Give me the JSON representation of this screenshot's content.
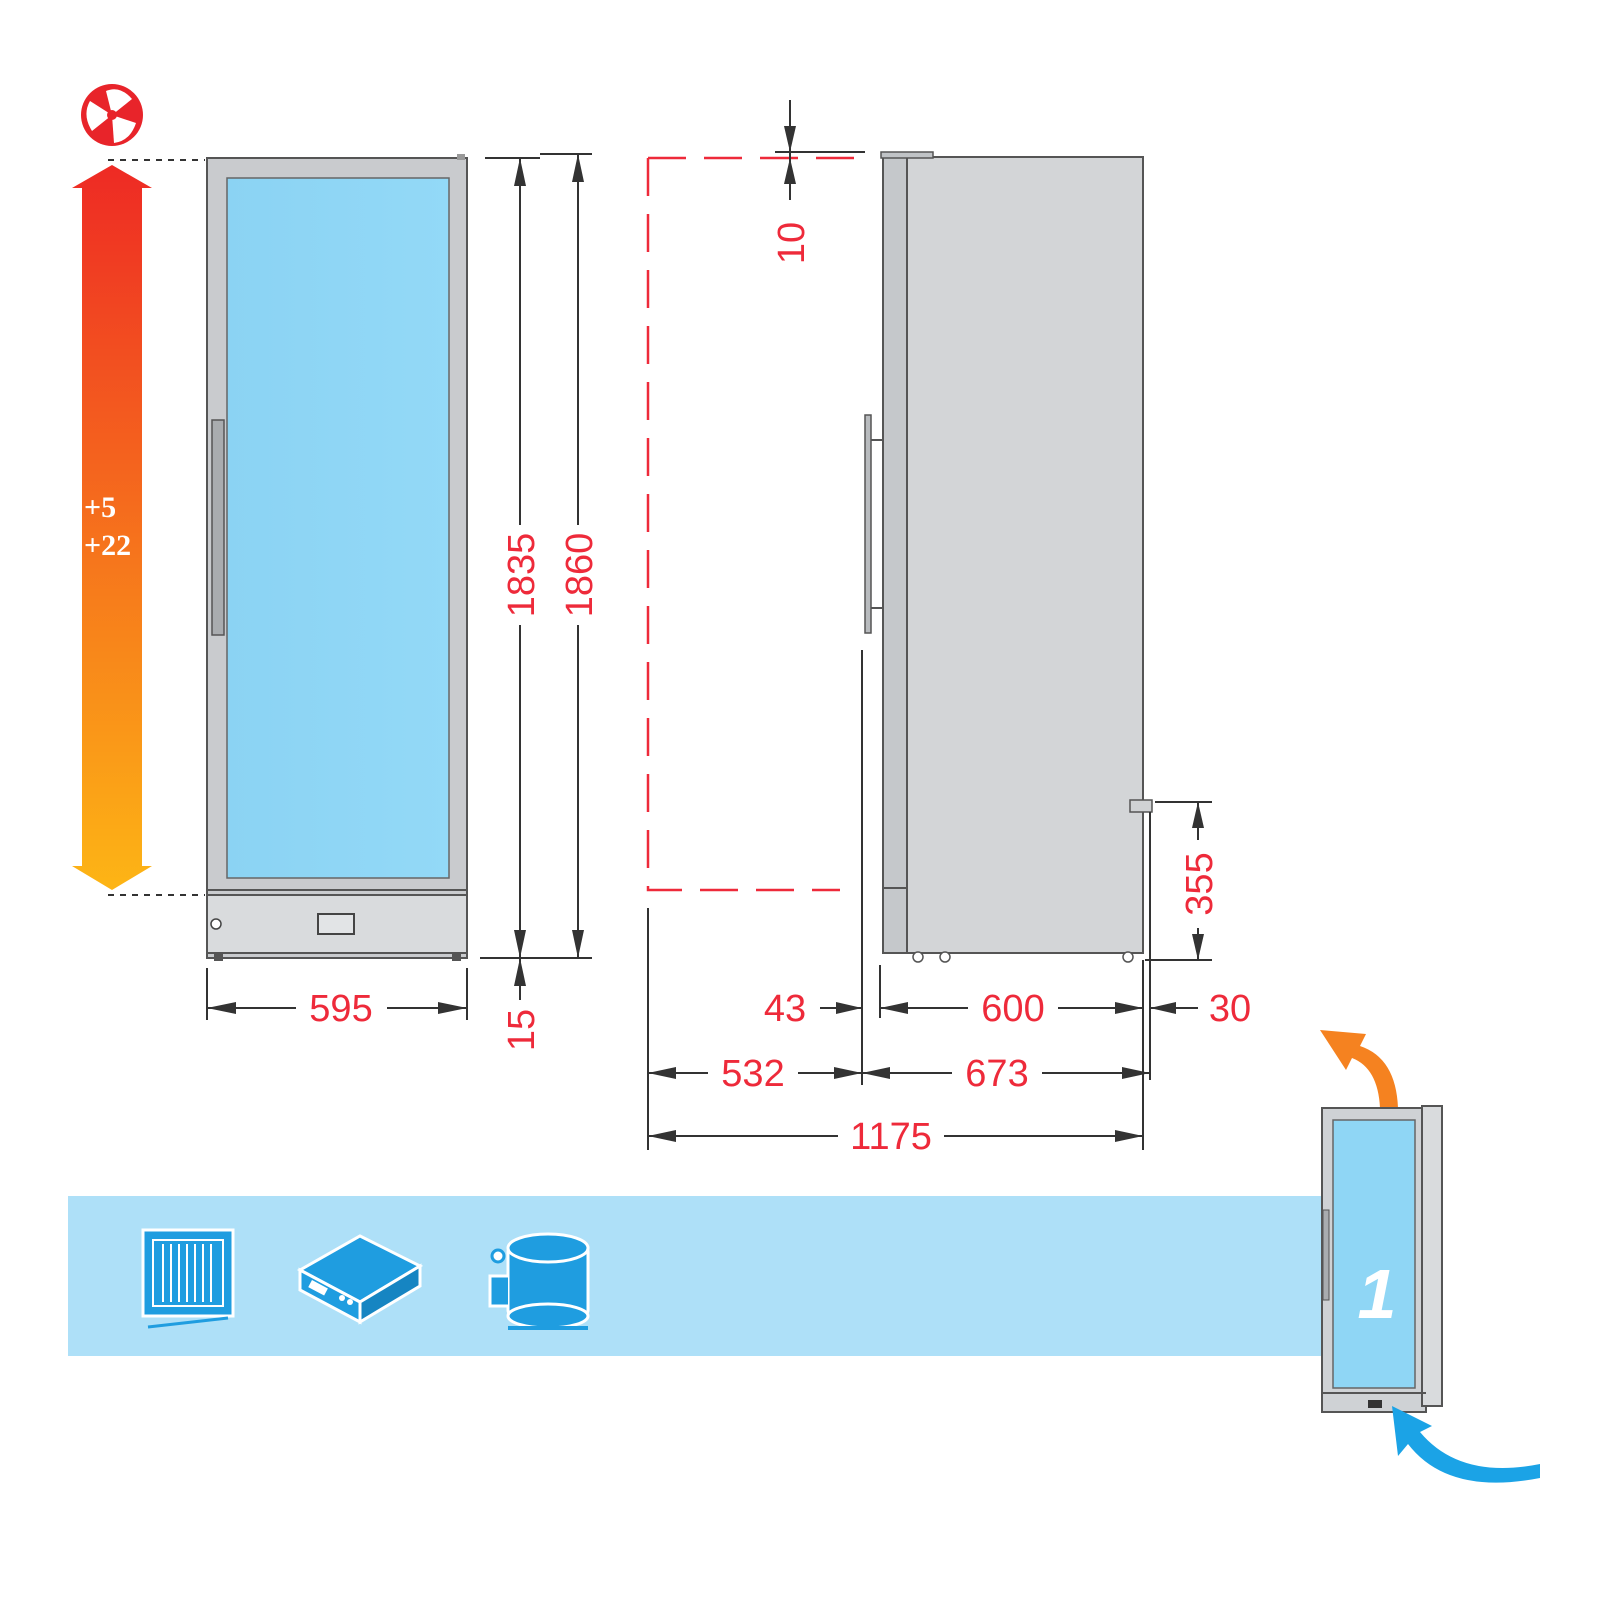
{
  "colors": {
    "dimension_text": "#ee2a3a",
    "glass": "#8fd6f5",
    "cabinet": "#d3d5d7",
    "frame": "#bfc2c5",
    "band": "#aee0f8",
    "icon_blue": "#1f9de0",
    "gradient_top": "#ee2a24",
    "gradient_bottom": "#fdb515",
    "airflow_out": "#f58220",
    "airflow_in": "#1ba3e6"
  },
  "icons": [
    "fan-icon",
    "evaporator-coil-icon",
    "electronic-controller-icon",
    "compressor-icon"
  ],
  "temperature": {
    "min": "+5",
    "max": "+22"
  },
  "front_view": {
    "width": "595",
    "height_body": "1835",
    "height_total": "1860",
    "feet": "15"
  },
  "side_view": {
    "top_clearance": "10",
    "door_thickness": "43",
    "depth": "600",
    "rear_offset": "30",
    "rear_height": "355",
    "door_swing": "532",
    "depth_total": "673",
    "overall_depth": "1175"
  },
  "badge": {
    "count": "1"
  }
}
